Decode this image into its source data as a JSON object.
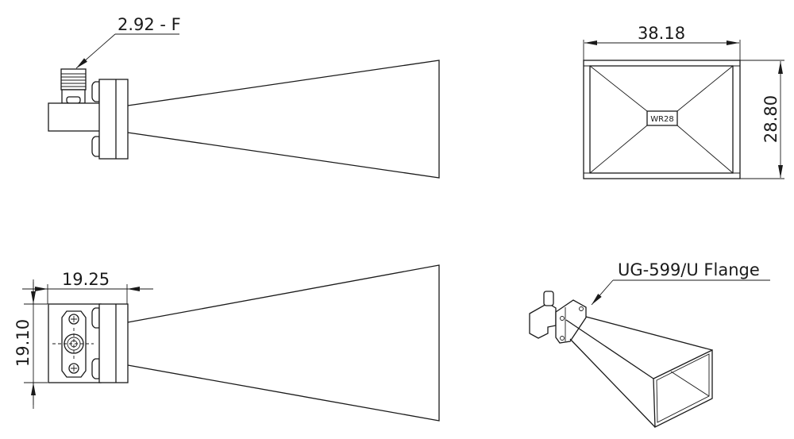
{
  "drawing": {
    "side_view": {
      "connector_label": "2.92 - F"
    },
    "front_view": {
      "width_dim": "38.18",
      "height_dim": "28.80",
      "waveguide_label": "WR28"
    },
    "bottom_view": {
      "width_dim": "19.25",
      "height_dim": "19.10"
    },
    "iso_view": {
      "flange_label": "UG-599/U Flange"
    },
    "line_color": "#1a1a1a"
  }
}
